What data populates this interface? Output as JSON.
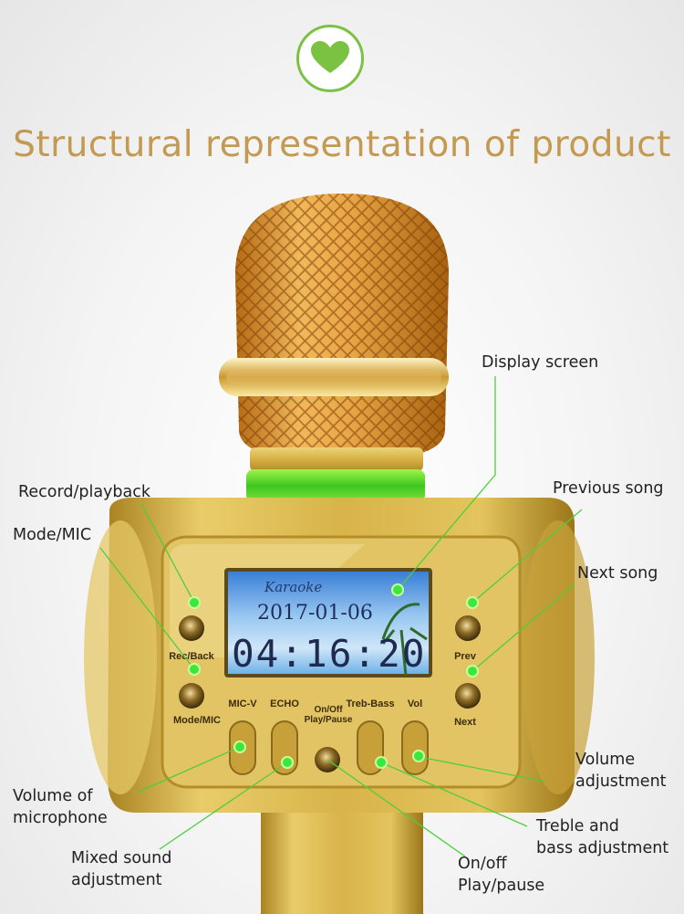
{
  "header": {
    "icon": "heart-icon",
    "title": "Structural representation of product"
  },
  "colors": {
    "accent_green": "#7cc242",
    "title_gold": "#c49a52",
    "body_gold": "#d8b449",
    "led_green": "#39e83b"
  },
  "lcd": {
    "line1": "Karaoke",
    "line2": "2017-01-06",
    "line3": "04:16:20"
  },
  "buttons": {
    "rec_back": "Rec/Back",
    "mode_mic": "Mode/MIC",
    "prev": "Prev",
    "next": "Next",
    "mic_v": "MIC-V",
    "echo": "ECHO",
    "onoff": "On/Off",
    "play_pause": "Play/Pause",
    "treb_bass": "Treb-Bass",
    "vol": "Vol"
  },
  "callouts": {
    "display_screen": "Display screen",
    "record_playback": "Record/playback",
    "previous_song": "Previous song",
    "mode_mic": "Mode/MIC",
    "next_song": "Next song",
    "volume_adjustment_1": "Volume",
    "volume_adjustment_2": "adjustment",
    "volume_mic_1": "Volume of",
    "volume_mic_2": "microphone",
    "treble_bass_1": "Treble and",
    "treble_bass_2": "bass adjustment",
    "mixed_sound_1": "Mixed sound",
    "mixed_sound_2": "adjustment",
    "onoff_1": "On/off",
    "onoff_2": "Play/pause"
  }
}
